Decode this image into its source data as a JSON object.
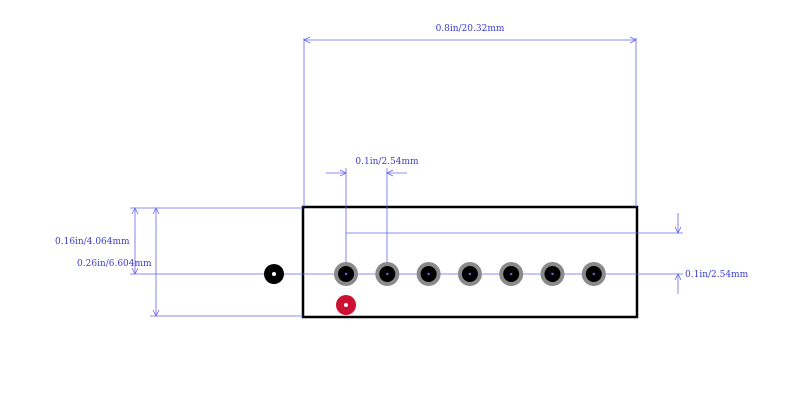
{
  "dimensions": {
    "overall_width": "0.8in/20.32mm",
    "pitch_top": "0.1in/2.54mm",
    "pitch_right": "0.1in/2.54mm",
    "height_to_pins": "0.16in/4.064mm",
    "overall_height": "0.26in/6.604mm"
  },
  "pins": {
    "row_count": 7,
    "row_pitch_in": 0.1
  },
  "colors": {
    "dimension": "#3b3bd1",
    "outline": "#000000",
    "pad_ring": "#8a8a8a",
    "pad_hole": "#000000",
    "pin1_marker": "#cc1133"
  }
}
